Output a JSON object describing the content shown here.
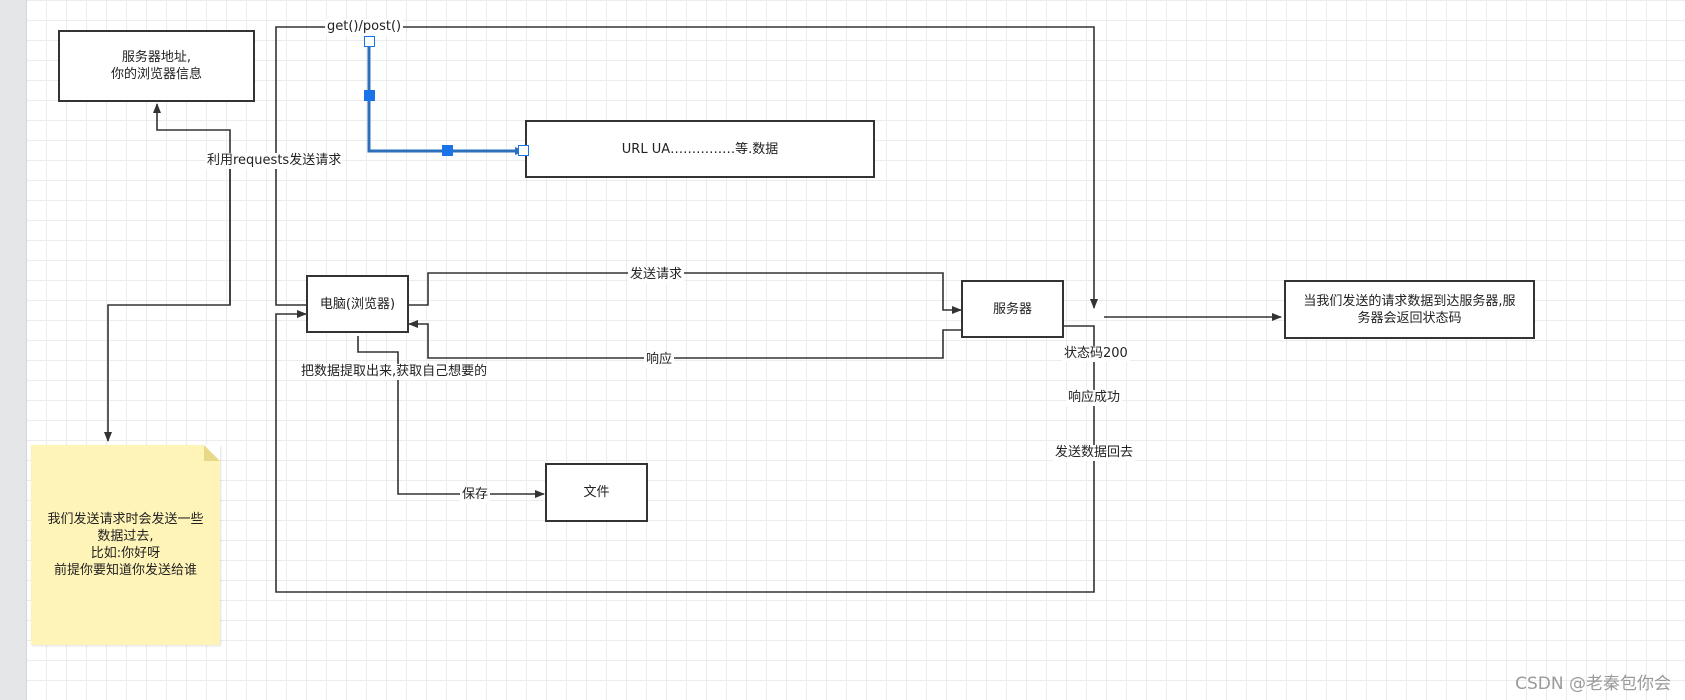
{
  "nodes": {
    "server_info_box": "服务器地址,\n你的浏览器信息",
    "url_ua_box": "URL    UA……………等.数据",
    "computer_box": "电脑(浏览器)",
    "server_box": "服务器",
    "file_box": "文件",
    "server_response_box": "当我们发送的请求数据到达服务器,服\n务器会返回状态码"
  },
  "note": {
    "text": "我们发送请求时会发送一些\n数据过去,\n比如:你好呀\n前提你要知道你发送给谁"
  },
  "edge_labels": {
    "get_post": "get()/post()",
    "requests_send": "利用requests发送请求",
    "send_request": "发送请求",
    "response": "响应",
    "extract_data": "把数据提取出来,获取自己想要的",
    "save": "保存",
    "status_code": "状态码200",
    "response_success": "响应成功",
    "send_data_back": "发送数据回去"
  },
  "watermark": "CSDN @老秦包你会",
  "colors": {
    "line": "#333333",
    "selected_edge": "#2c6fba",
    "handle": "#1a73e8",
    "note_fill": "#fff4b8"
  }
}
